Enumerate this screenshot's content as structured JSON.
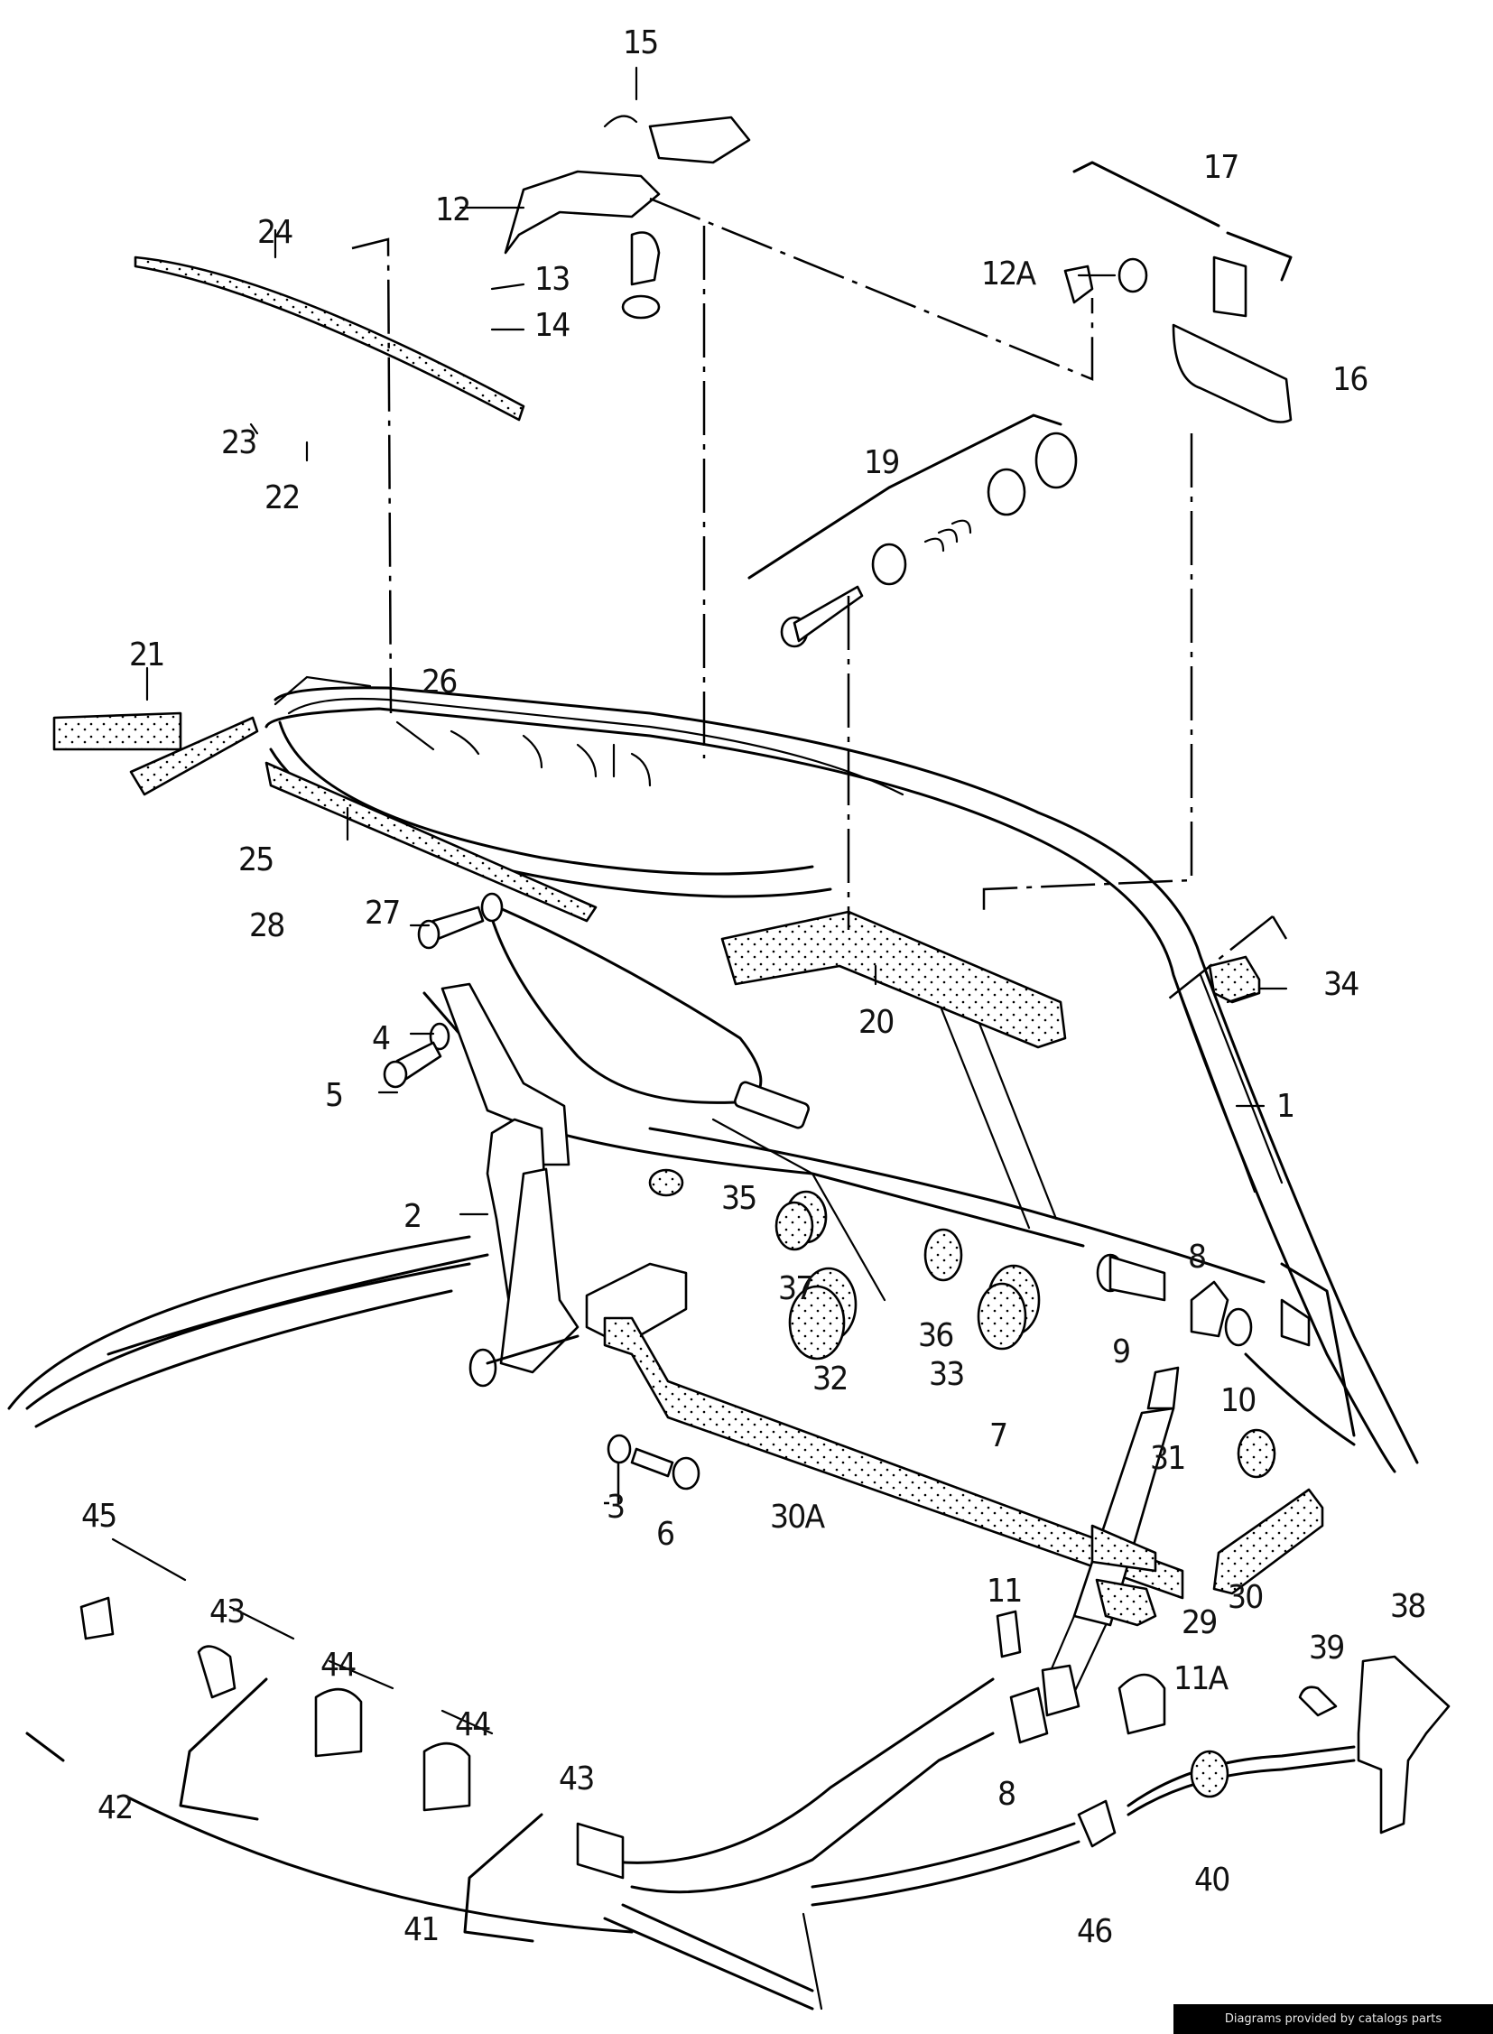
{
  "diagram": {
    "title": "Rear lid / tailgate assembly – exploded parts diagram",
    "callouts": [
      {
        "id": "c1",
        "label": "1"
      },
      {
        "id": "c2",
        "label": "2"
      },
      {
        "id": "c3",
        "label": "3"
      },
      {
        "id": "c4",
        "label": "4"
      },
      {
        "id": "c5",
        "label": "5"
      },
      {
        "id": "c6",
        "label": "6"
      },
      {
        "id": "c7",
        "label": "7"
      },
      {
        "id": "c8a",
        "label": "8"
      },
      {
        "id": "c8b",
        "label": "8"
      },
      {
        "id": "c9",
        "label": "9"
      },
      {
        "id": "c10",
        "label": "10"
      },
      {
        "id": "c11",
        "label": "11"
      },
      {
        "id": "c11A",
        "label": "11A"
      },
      {
        "id": "c12",
        "label": "12"
      },
      {
        "id": "c12A",
        "label": "12A"
      },
      {
        "id": "c13",
        "label": "13"
      },
      {
        "id": "c14",
        "label": "14"
      },
      {
        "id": "c15",
        "label": "15"
      },
      {
        "id": "c16",
        "label": "16"
      },
      {
        "id": "c17",
        "label": "17"
      },
      {
        "id": "c19",
        "label": "19"
      },
      {
        "id": "c20",
        "label": "20"
      },
      {
        "id": "c21",
        "label": "21"
      },
      {
        "id": "c22",
        "label": "22"
      },
      {
        "id": "c23",
        "label": "23"
      },
      {
        "id": "c24",
        "label": "24"
      },
      {
        "id": "c25",
        "label": "25"
      },
      {
        "id": "c26",
        "label": "26"
      },
      {
        "id": "c27",
        "label": "27"
      },
      {
        "id": "c28",
        "label": "28"
      },
      {
        "id": "c29",
        "label": "29"
      },
      {
        "id": "c30",
        "label": "30"
      },
      {
        "id": "c30A",
        "label": "30A"
      },
      {
        "id": "c31",
        "label": "31"
      },
      {
        "id": "c32",
        "label": "32"
      },
      {
        "id": "c33",
        "label": "33"
      },
      {
        "id": "c34",
        "label": "34"
      },
      {
        "id": "c35",
        "label": "35"
      },
      {
        "id": "c36",
        "label": "36"
      },
      {
        "id": "c37",
        "label": "37"
      },
      {
        "id": "c38",
        "label": "38"
      },
      {
        "id": "c39",
        "label": "39"
      },
      {
        "id": "c40",
        "label": "40"
      },
      {
        "id": "c41",
        "label": "41"
      },
      {
        "id": "c42",
        "label": "42"
      },
      {
        "id": "c43a",
        "label": "43"
      },
      {
        "id": "c43b",
        "label": "43"
      },
      {
        "id": "c44a",
        "label": "44"
      },
      {
        "id": "c44b",
        "label": "44"
      },
      {
        "id": "c45",
        "label": "45"
      },
      {
        "id": "c46",
        "label": "46"
      }
    ]
  },
  "credit": "Diagrams provided by catalogs parts"
}
